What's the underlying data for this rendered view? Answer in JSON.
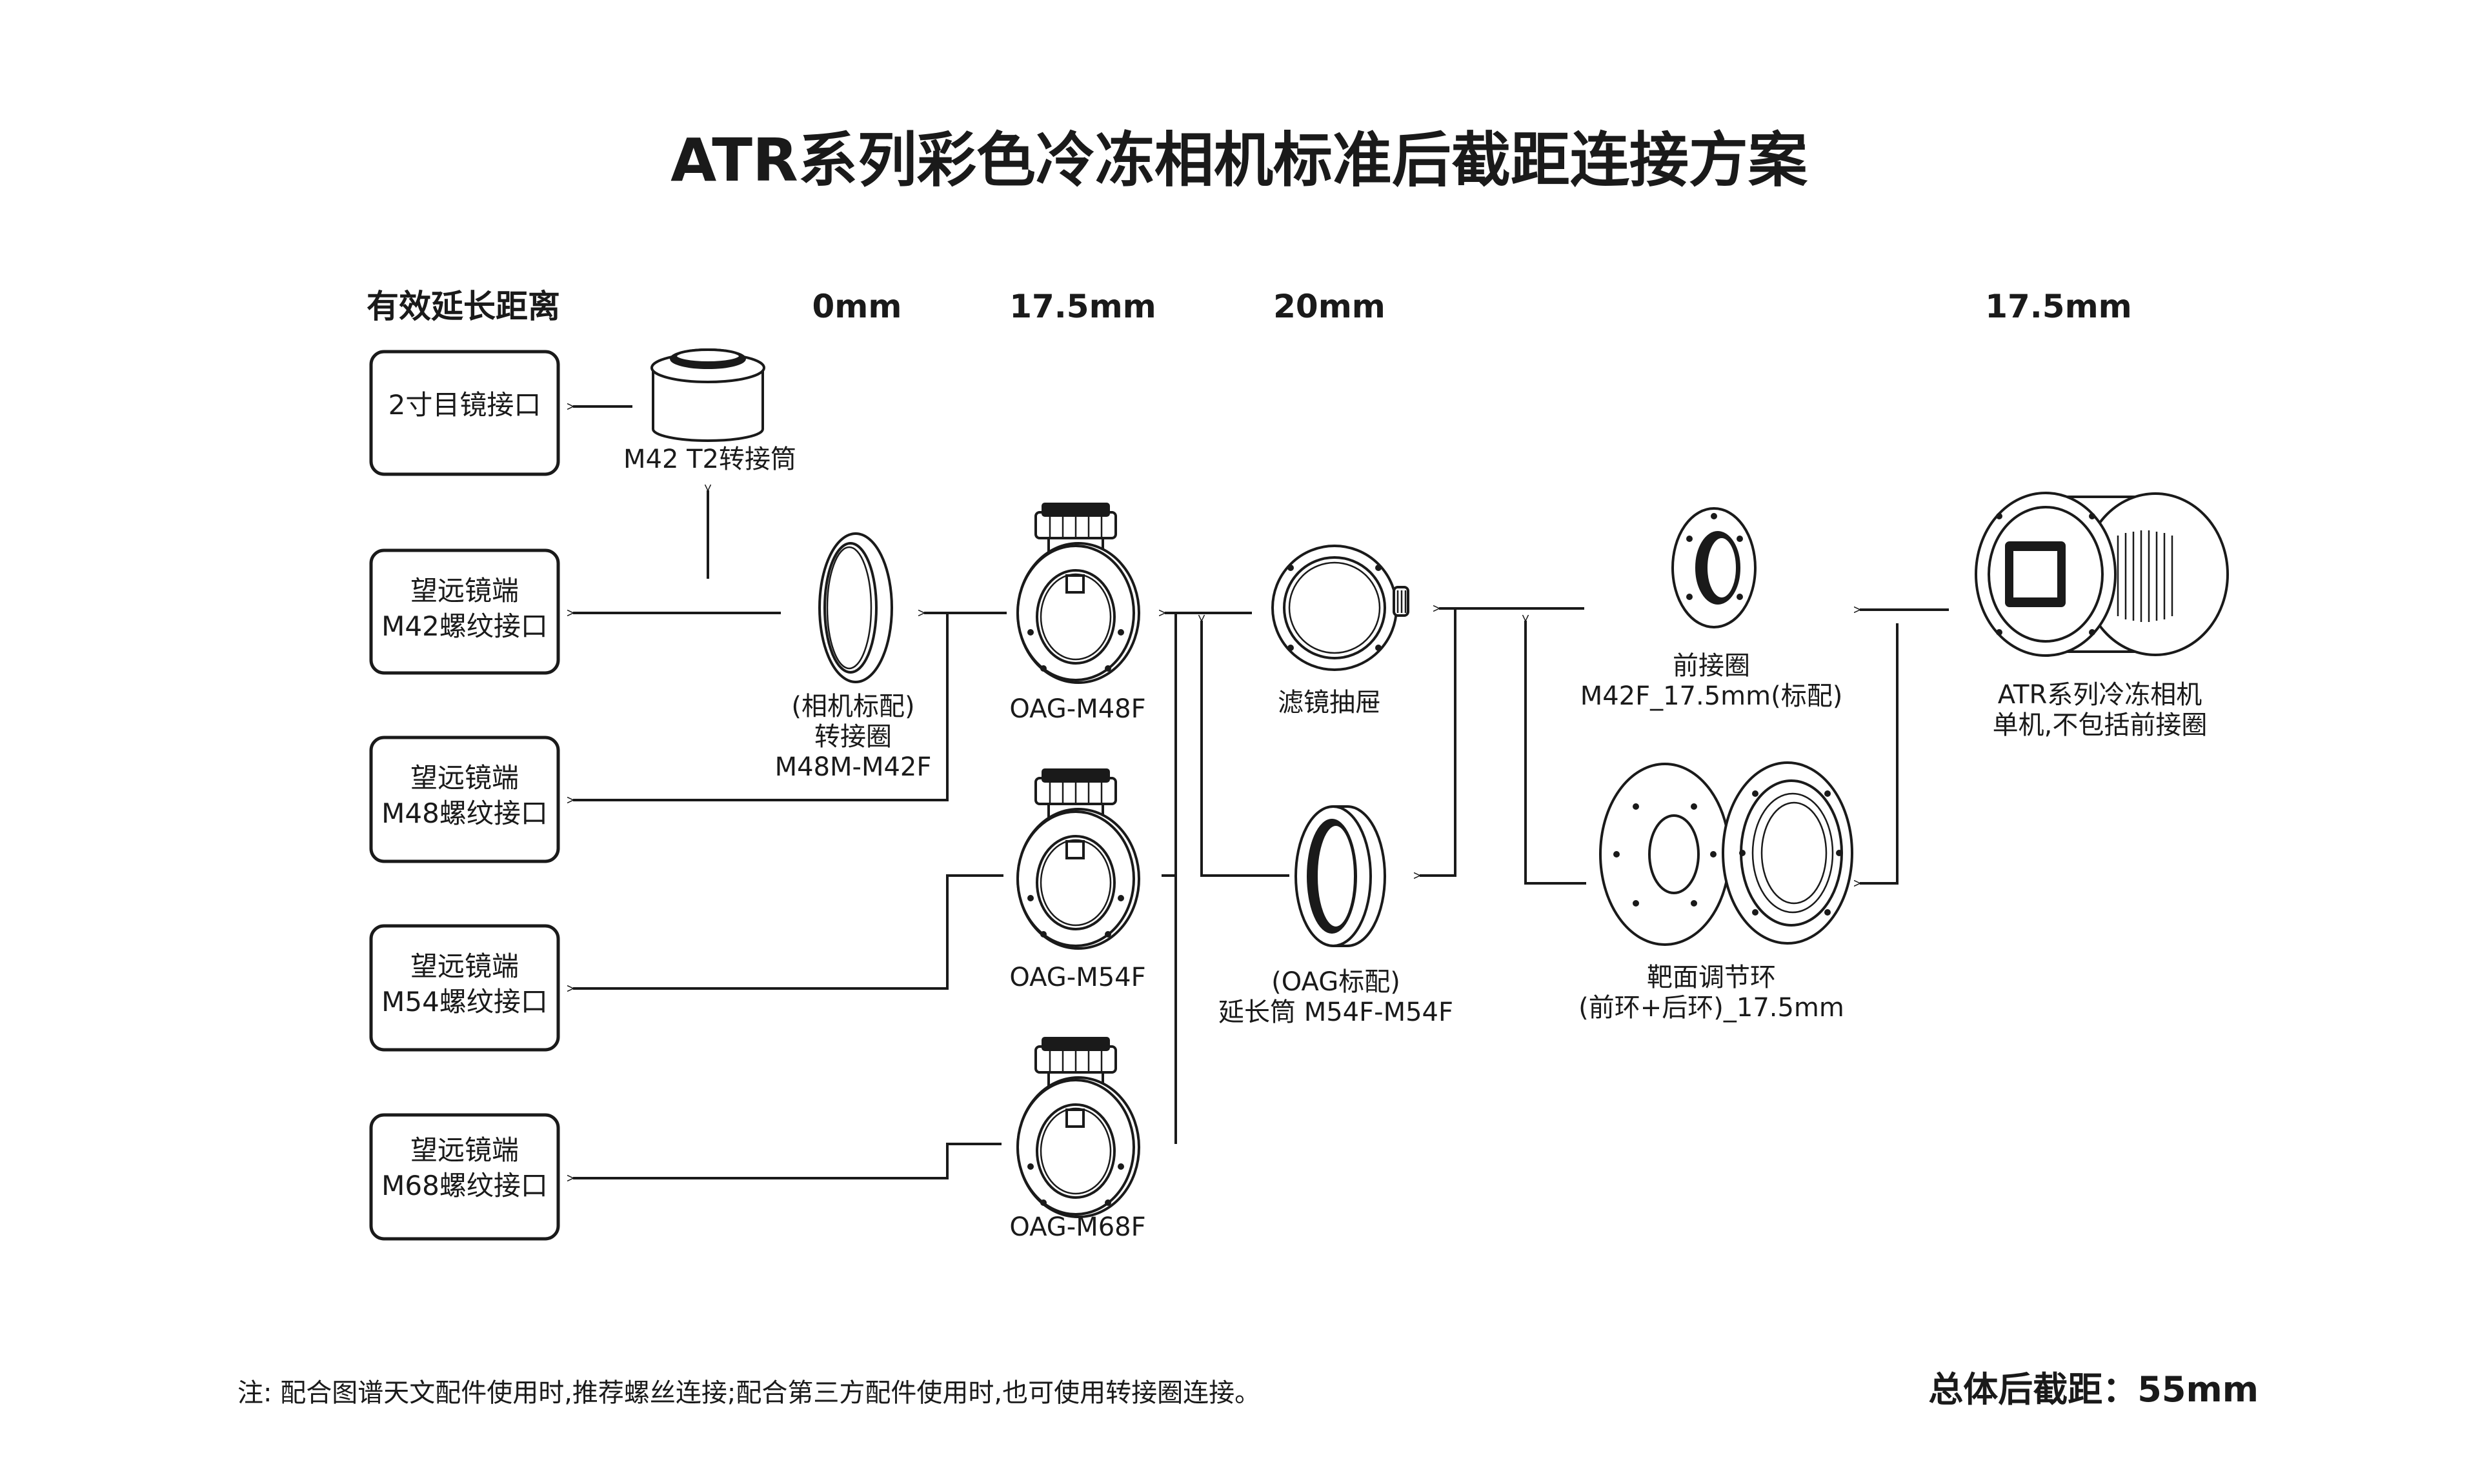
{
  "title": "ATR系列彩色冷冻相机标准后截距连接方案",
  "column_headers": {
    "effective_extension": "有效延长距离",
    "d0": "0mm",
    "d17_5a": "17.5mm",
    "d20": "20mm",
    "d17_5b": "17.5mm"
  },
  "interfaces": {
    "eyepiece": "2寸目镜接口",
    "m42": [
      "望远镜端",
      "M42螺纹接口"
    ],
    "m48": [
      "望远镜端",
      "M48螺纹接口"
    ],
    "m54": [
      "望远镜端",
      "M54螺纹接口"
    ],
    "m68": [
      "望远镜端",
      "M68螺纹接口"
    ]
  },
  "parts": {
    "t2": "M42 T2转接筒",
    "ring": [
      "(相机标配)",
      "转接圈",
      "M48M-M42F"
    ],
    "oag_m48f": "OAG-M48F",
    "oag_m54f": "OAG-M54F",
    "oag_m68f": "OAG-M68F",
    "filter_drawer": "滤镜抽屉",
    "extension_tube": [
      "(OAG标配)",
      "延长筒 M54F-M54F"
    ],
    "front_ring": [
      "前接圈",
      "M42F_17.5mm(标配)"
    ],
    "tilt_adjuster": [
      "靶面调节环",
      "(前环+后环)_17.5mm"
    ],
    "camera": [
      "ATR系列冷冻相机",
      "单机,不包括前接圈"
    ]
  },
  "footer": {
    "note": "注: 配合图谱天文配件使用时,推荐螺丝连接;配合第三方配件使用时,也可使用转接圈连接。",
    "total": "总体后截距：55mm"
  }
}
